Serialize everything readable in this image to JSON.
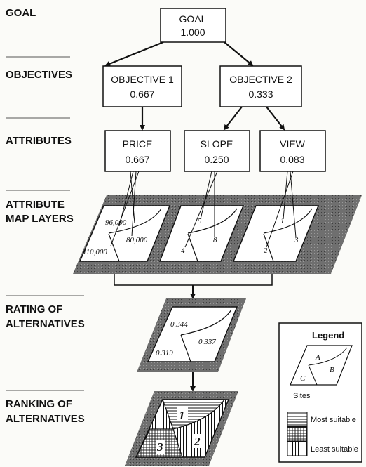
{
  "levels": [
    "GOAL",
    "OBJECTIVES",
    "ATTRIBUTES",
    "ATTRIBUTE",
    "MAP LAYERS",
    "RATING OF",
    "ALTERNATIVES",
    "RANKING OF",
    "ALTERNATIVES"
  ],
  "goal": {
    "label": "GOAL",
    "value": "1.000"
  },
  "objectives": [
    {
      "label": "OBJECTIVE 1",
      "value": "0.667"
    },
    {
      "label": "OBJECTIVE 2",
      "value": "0.333"
    }
  ],
  "attributes": [
    {
      "label": "PRICE",
      "value": "0.667"
    },
    {
      "label": "SLOPE",
      "value": "0.250"
    },
    {
      "label": "VIEW",
      "value": "0.083"
    }
  ],
  "price_map": [
    "96,000",
    "80,000",
    "110,000"
  ],
  "slope_map": [
    "5",
    "8",
    "4"
  ],
  "view_map": [
    "1",
    "3",
    "2"
  ],
  "rating_map": [
    "0.344",
    "0.337",
    "0.319"
  ],
  "ranking_map": [
    "1",
    "2",
    "3"
  ],
  "legend": {
    "title": "Legend",
    "site_labels": [
      "A",
      "B",
      "C"
    ],
    "sites": "Sites",
    "most": "Most suitable",
    "least": "Least suitable"
  }
}
